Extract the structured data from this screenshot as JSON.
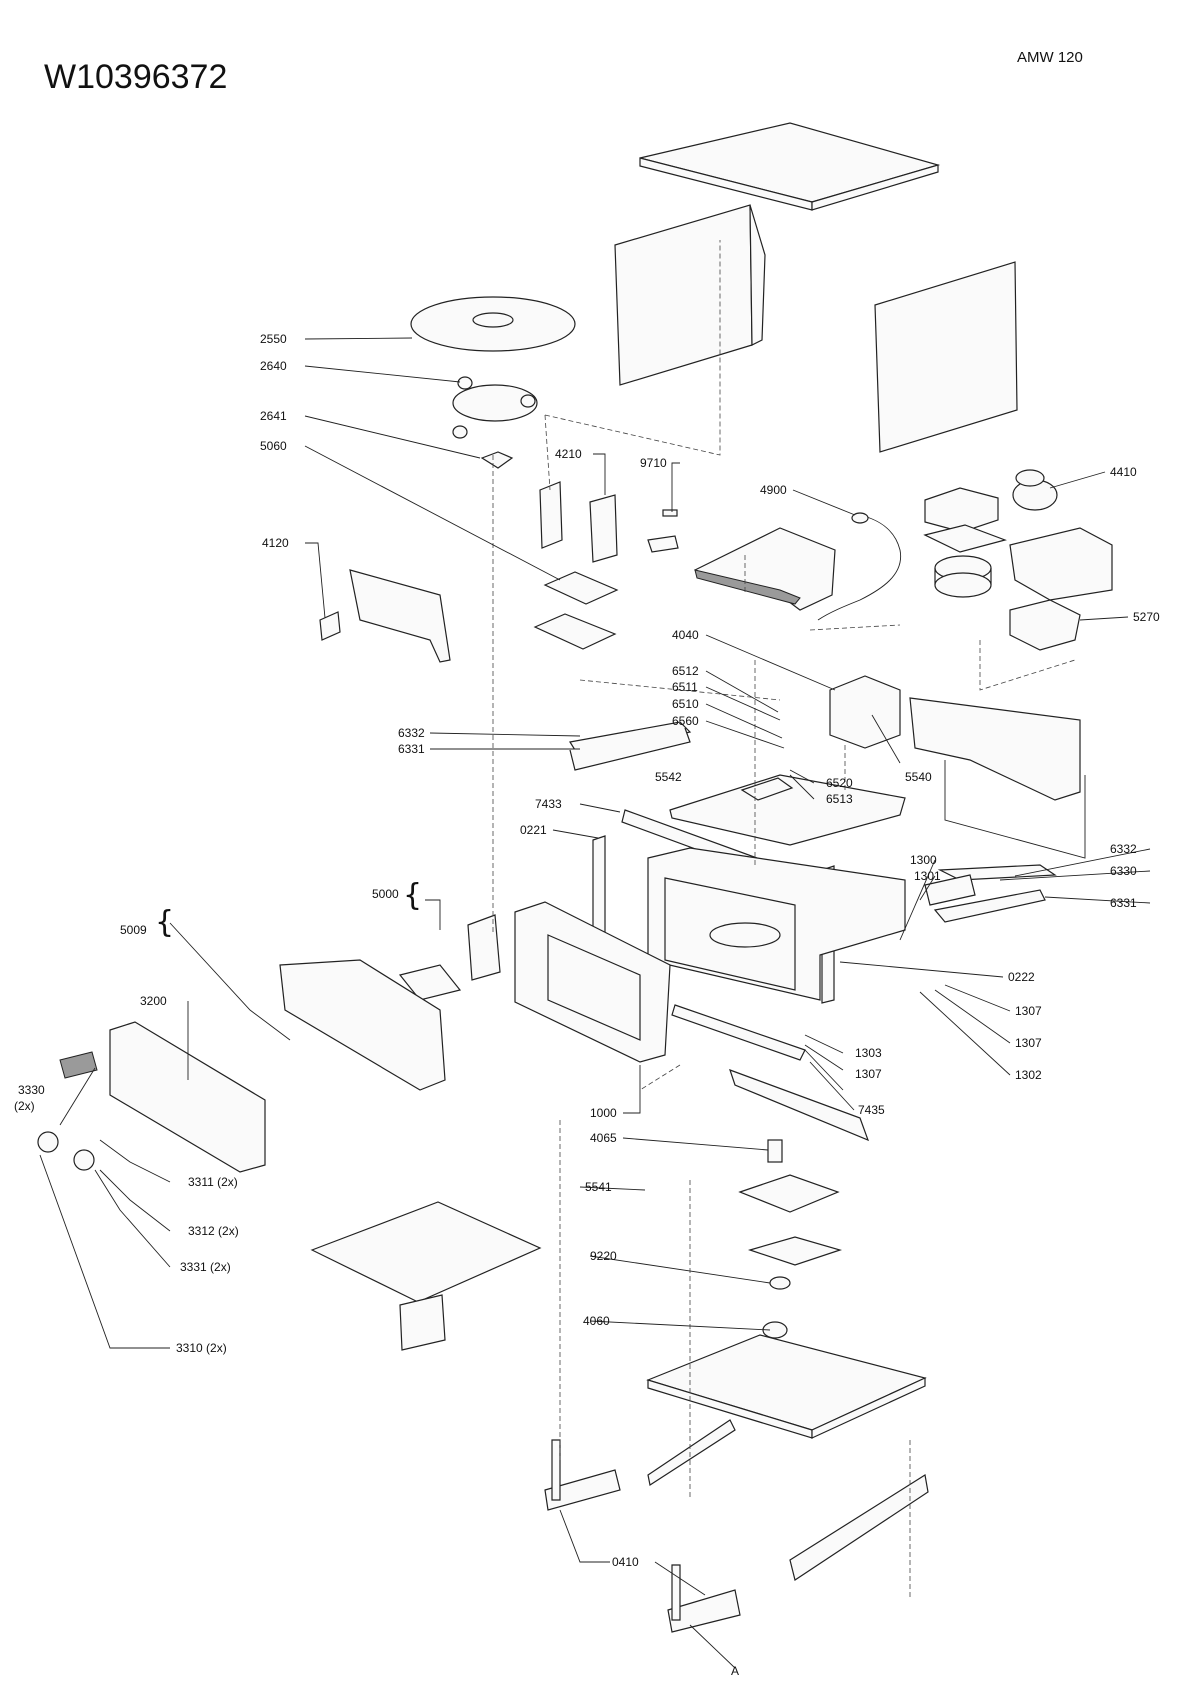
{
  "document": {
    "part_number": "W10396372",
    "model": "AMW 120"
  },
  "callouts": [
    "2550",
    "2640",
    "2641",
    "5060",
    "4210",
    "9710",
    "4900",
    "4410",
    "4120",
    "5270",
    "4040",
    "6512",
    "6511",
    "6510",
    "6560",
    "6332",
    "6331",
    "5542",
    "6520",
    "6513",
    "5540",
    "7433",
    "0221",
    "1300",
    "1301",
    "6332",
    "6330",
    "6331",
    "5000",
    "5009",
    "0222",
    "3200",
    "1307",
    "1307",
    "1303",
    "1307",
    "1302",
    "7435",
    "3330",
    "(2x)",
    "1000",
    "4065",
    "3311 (2x)",
    "5541",
    "3312 (2x)",
    "9220",
    "3331 (2x)",
    "4060",
    "3310 (2x)",
    "0410",
    "A"
  ],
  "icons": {
    "braces": [
      "brace-5000",
      "brace-5009"
    ]
  }
}
